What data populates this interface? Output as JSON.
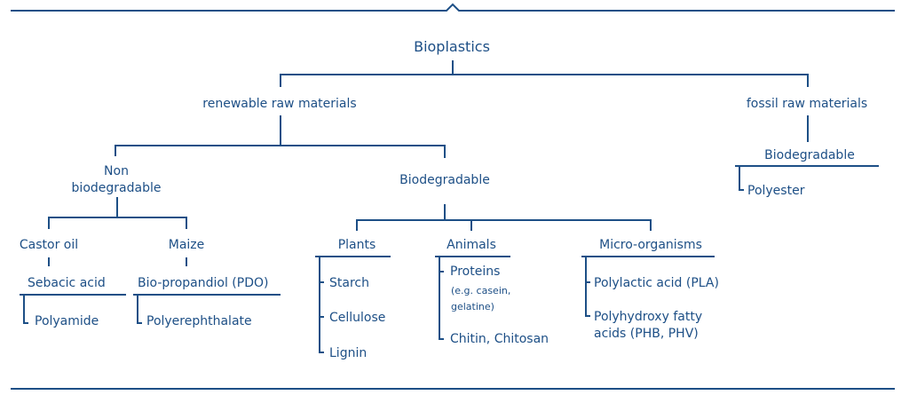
{
  "root": "Bioplastics",
  "renewable": {
    "label": "renewable raw materials",
    "non_biodegradable": {
      "label_line1": "Non",
      "label_line2": "biodegradable",
      "castor": {
        "label": "Castor oil",
        "sub": "Sebacic acid",
        "product": "Polyamide"
      },
      "maize": {
        "label": "Maize",
        "sub": "Bio-propandiol (PDO)",
        "product": "Polyerephthalate"
      }
    },
    "biodegradable": {
      "label": "Biodegradable",
      "plants": {
        "label": "Plants",
        "items": [
          "Starch",
          "Cellulose",
          "Lignin"
        ]
      },
      "animals": {
        "label": "Animals",
        "proteins": "Proteins",
        "proteins_note_1": "(e.g. casein,",
        "proteins_note_2": "gelatine)",
        "chitin": "Chitin, Chitosan"
      },
      "micro": {
        "label": "Micro-organisms",
        "pla": "Polylactic acid (PLA)",
        "pha_line1": "Polyhydroxy fatty",
        "pha_line2": "acids (PHB, PHV)"
      }
    }
  },
  "fossil": {
    "label": "fossil raw materials",
    "biodegradable": "Biodegradable",
    "polyester": "Polyester"
  }
}
